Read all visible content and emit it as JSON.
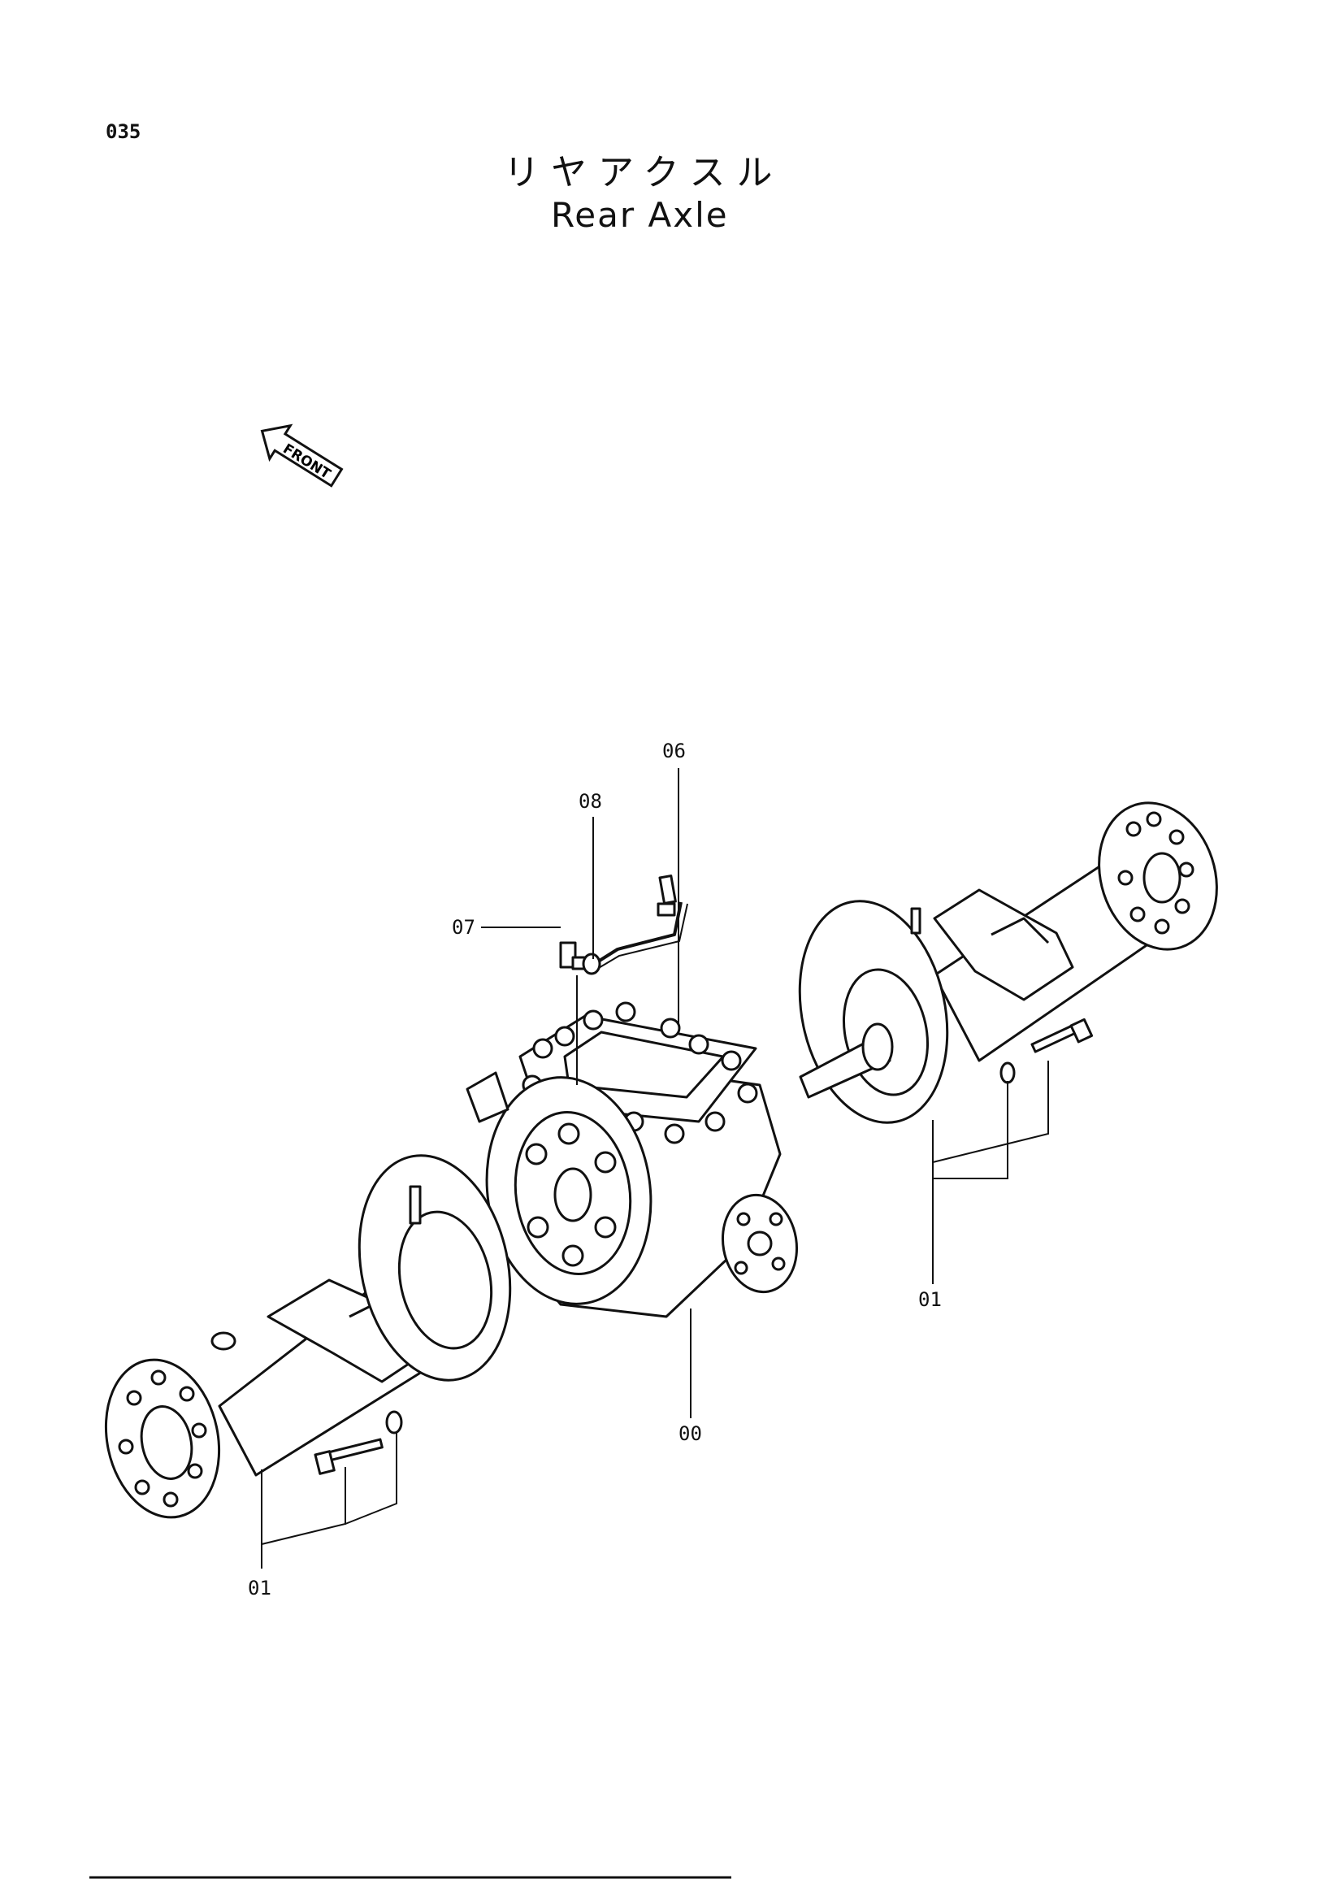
{
  "page": {
    "number": "035",
    "title_jp": "リヤアクスル",
    "title_en": "Rear Axle"
  },
  "orientation": {
    "label": "FRONT"
  },
  "callouts": {
    "c00": "00",
    "c01_right": "01",
    "c01_left": "01",
    "c06": "06",
    "c07": "07",
    "c08": "08"
  }
}
